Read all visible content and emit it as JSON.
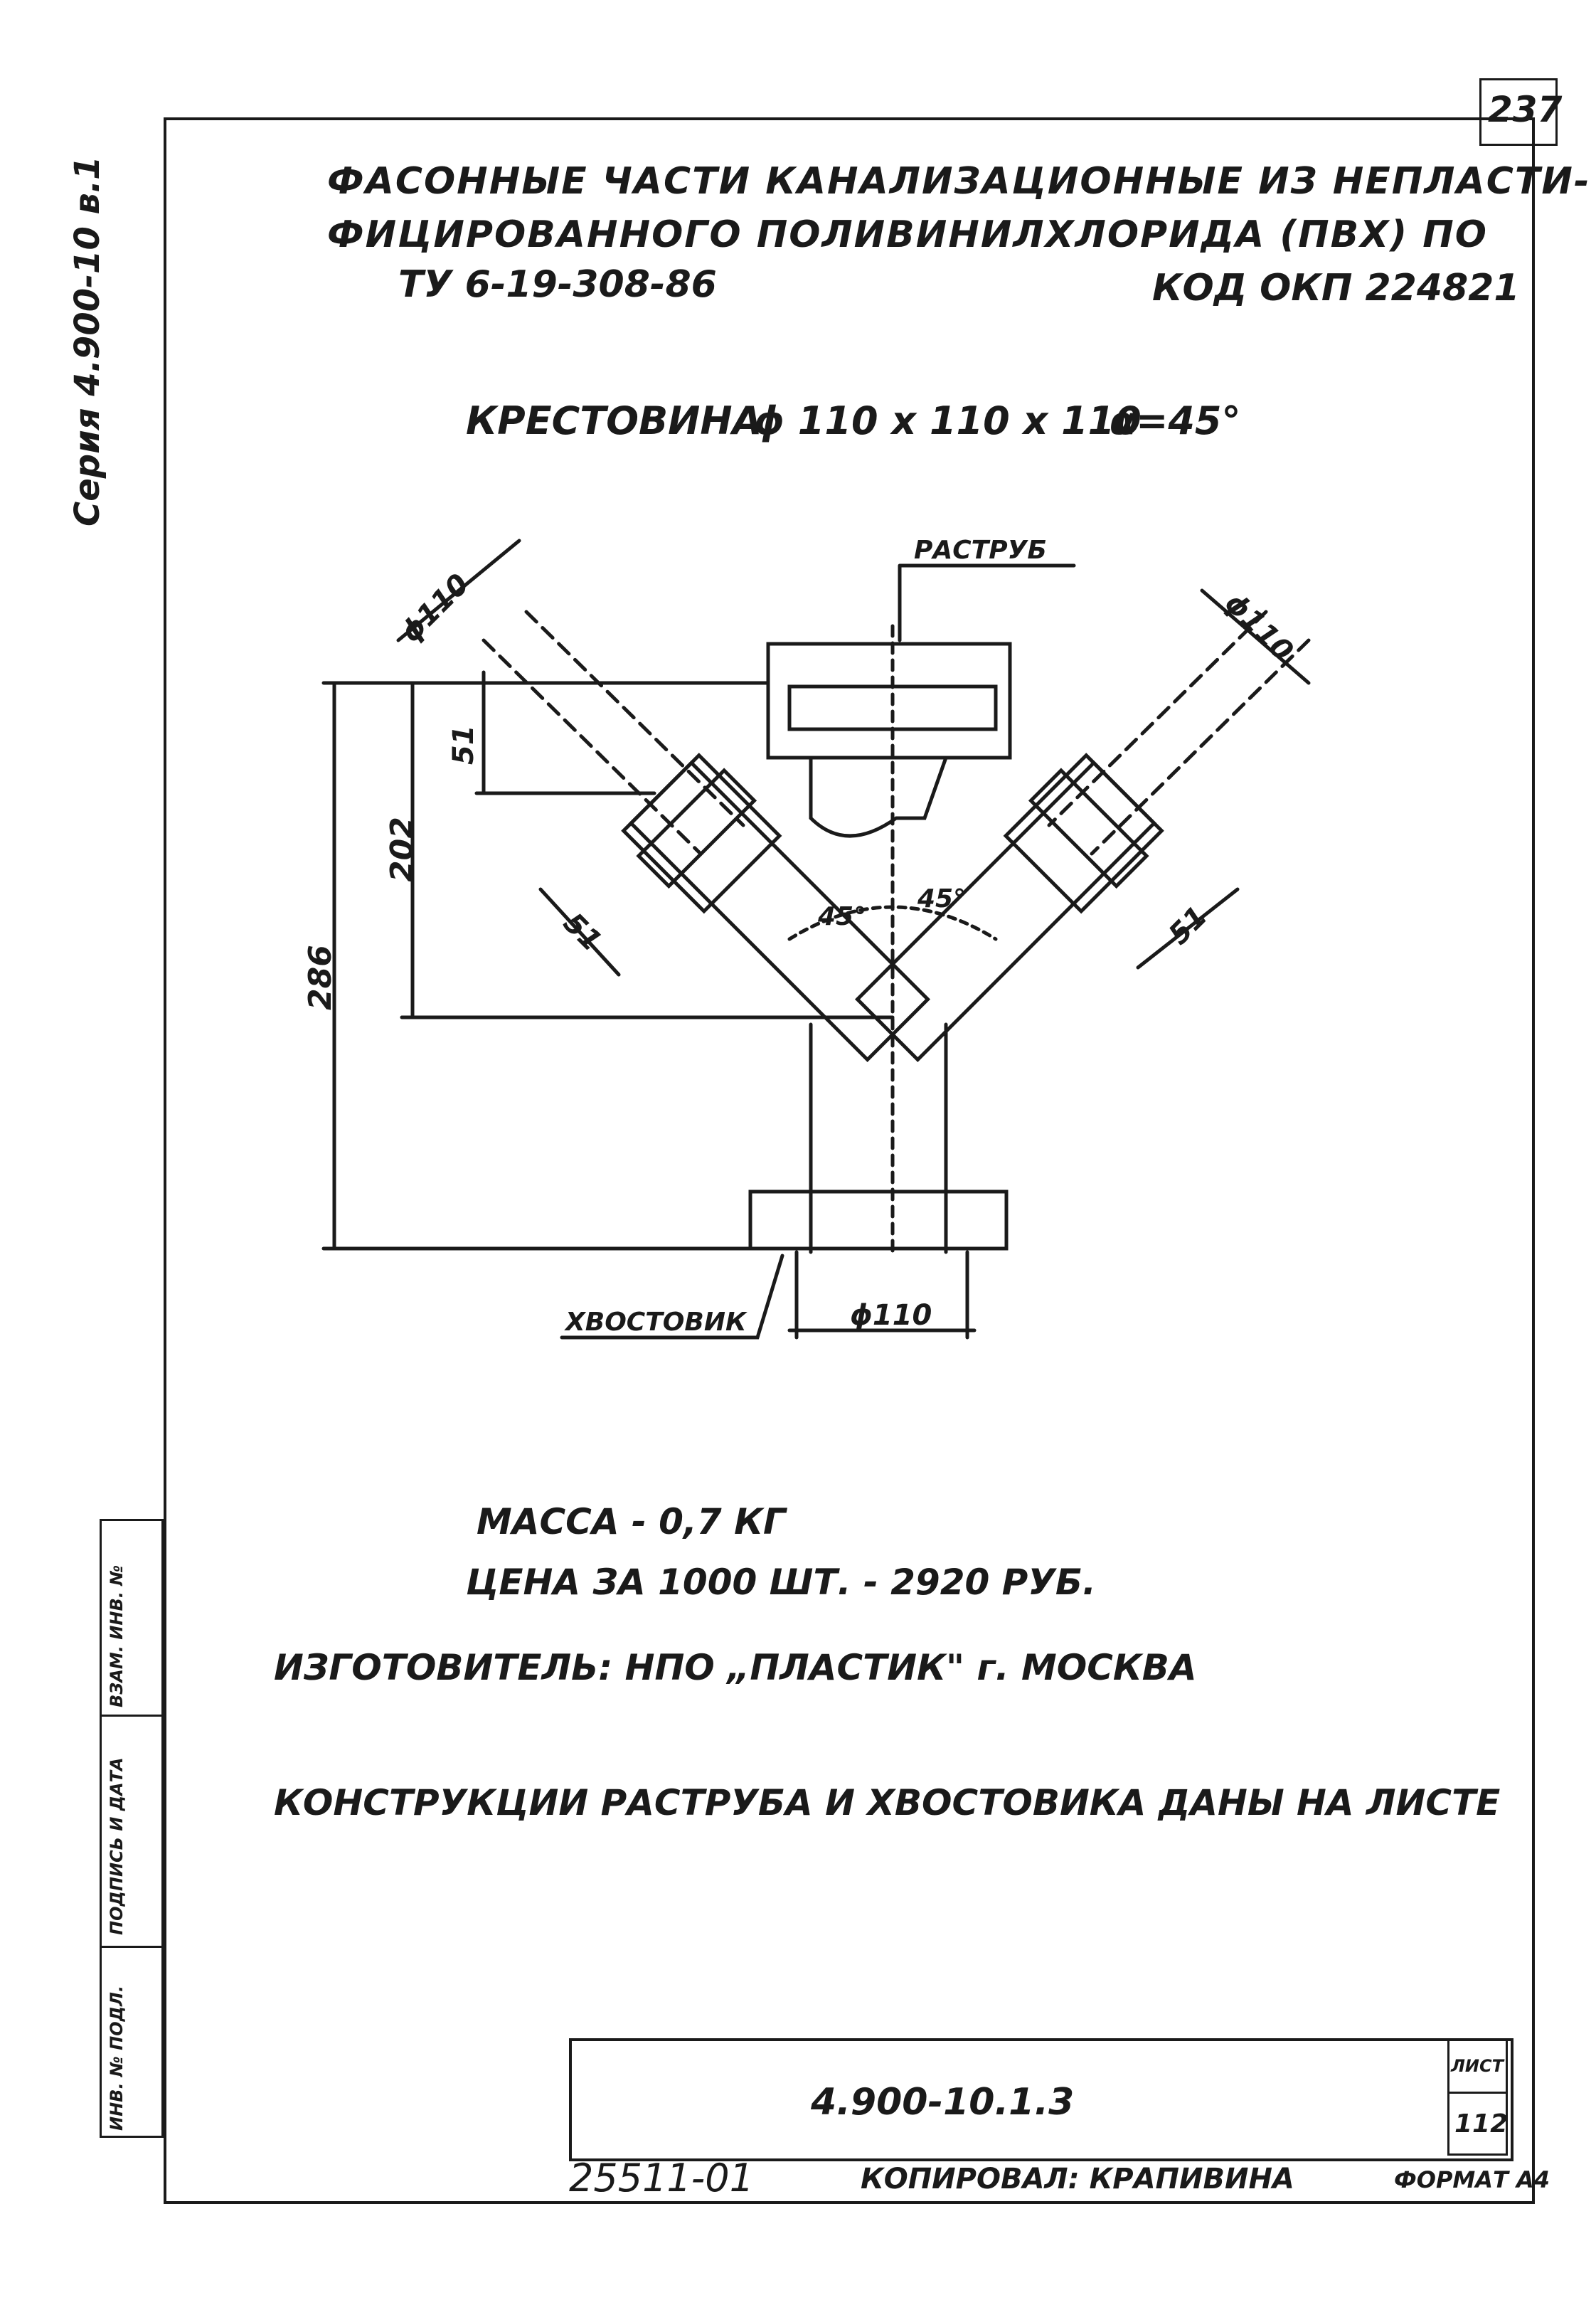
{
  "margin": {
    "series": "Серия 4.900-10 в.1"
  },
  "sheet_no": "237",
  "header": {
    "line1": "ФАСОННЫЕ ЧАСТИ КАНАЛИЗАЦИОННЫЕ ИЗ НЕПЛАСТИ-",
    "line2": "ФИЦИРОВАННОГО ПОЛИВИНИЛХЛОРИДА (ПВХ) ПО",
    "tu": "ТУ 6-19-308-86",
    "okp": "КОД ОКП 224821"
  },
  "part_title": {
    "name": "КРЕСТОВИНА",
    "size": "ϕ 110 x 110 x 110",
    "angle": "α=45°"
  },
  "drawing": {
    "socket_label": "РАСТРУБ",
    "spigot_label": "ХВОСТОВИК",
    "dim_d110_left": "ϕ110",
    "dim_d110_right": "ϕ110",
    "dim_d110_bottom": "ϕ110",
    "dim_51_a": "51",
    "dim_51_b": "51",
    "dim_51_c": "51",
    "dim_202": "202",
    "dim_286": "286",
    "angle_left": "45°",
    "angle_right": "45°"
  },
  "info": {
    "mass": "МАССА - 0,7 КГ",
    "price": "ЦЕНА ЗА 1000 ШТ. - 2920 РУБ.",
    "maker": "ИЗГОТОВИТЕЛЬ: НПО „ПЛАСТИК\" г. МОСКВА",
    "note": "КОНСТРУКЦИИ РАСТРУБА И ХВОСТОВИКА ДАНЫ НА ЛИСТЕ"
  },
  "stamp": {
    "labels": [
      "ИНВ. № ПОДЛ.",
      "ПОДПИСЬ И ДАТА",
      "ВЗАМ. ИНВ. №"
    ]
  },
  "titleblock": {
    "code": "4.900-10.1.3",
    "sheet_label": "ЛИСТ",
    "sheet_value": "112"
  },
  "footer": {
    "doc_no": "25511-01",
    "copied": "КОПИРОВАЛ: КРАПИВИНА",
    "format": "ФОРМАТ А4"
  }
}
